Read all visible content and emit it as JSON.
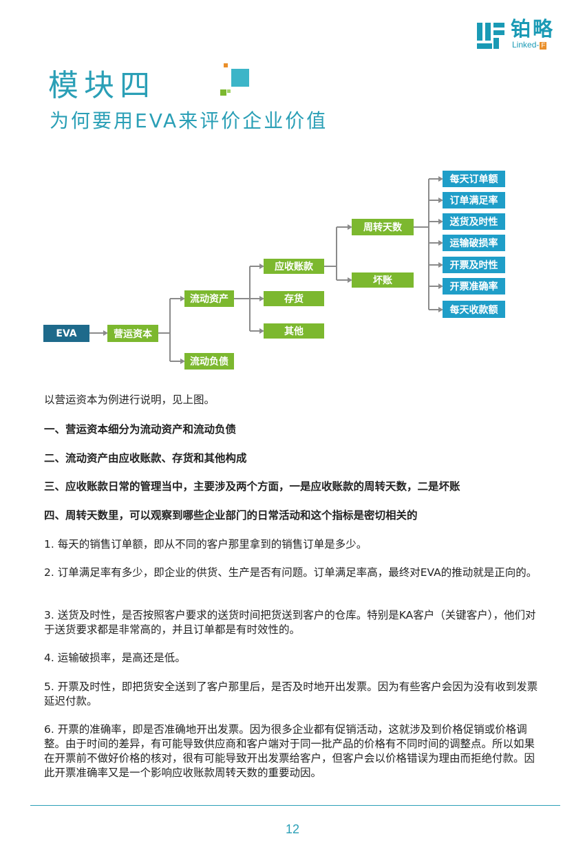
{
  "logo": {
    "cn": "铂略",
    "en": "Linked-",
    "en_mark": "F",
    "brand_color": "#1a9ab5",
    "accent_color": "#ea8f2a"
  },
  "title": {
    "main": "模块四",
    "sub": "为何要用EVA来评价企业价值"
  },
  "diagram": {
    "root": "EVA",
    "level1": "营运资本",
    "level2": [
      "流动资产",
      "流动负债"
    ],
    "level3": [
      "应收账款",
      "存货",
      "其他"
    ],
    "level4": [
      "周转天数",
      "坏账"
    ],
    "level5": [
      "每天订单额",
      "订单满足率",
      "送货及时性",
      "运输破损率",
      "开票及时性",
      "开票准确率",
      "每天收款额"
    ],
    "colors": {
      "green": "#7cb82f",
      "blue": "#1f9ec8",
      "dark": "#1e6a8b",
      "line": "#8a8a8a"
    }
  },
  "body": {
    "intro": "以营运资本为例进行说明，见上图。",
    "points": [
      "一、营运资本细分为流动资产和流动负债",
      "二、流动资产由应收账款、存货和其他构成",
      "三、应收账款日常的管理当中，主要涉及两个方面，一是应收账款的周转天数，二是坏账",
      "四、周转天数里，可以观察到哪些企业部门的日常活动和这个指标是密切相关的"
    ],
    "items": [
      "1. 每天的销售订单额，即从不同的客户那里拿到的销售订单是多少。",
      "2. 订单满足率有多少，即企业的供货、生产是否有问题。订单满足率高，最终对EVA的推动就是正向的。",
      "3. 送货及时性，是否按照客户要求的送货时间把货送到客户的仓库。特别是KA客户（关键客户），他们对于送货要求都是非常高的，并且订单都是有时效性的。",
      "4. 运输破损率，是高还是低。",
      "5. 开票及时性，即把货安全送到了客户那里后，是否及时地开出发票。因为有些客户会因为没有收到发票延迟付款。",
      "6. 开票的准确率，即是否准确地开出发票。因为很多企业都有促销活动，这就涉及到价格促销或价格调整。由于时间的差异，有可能导致供应商和客户端对于同一批产品的价格有不同时间的调整点。所以如果在开票前不做好价格的核对，很有可能导致开出发票给客户，但客户会以价格错误为理由而拒绝付款。因此开票准确率又是一个影响应收账款周转天数的重要动因。"
    ]
  },
  "page_number": "12"
}
